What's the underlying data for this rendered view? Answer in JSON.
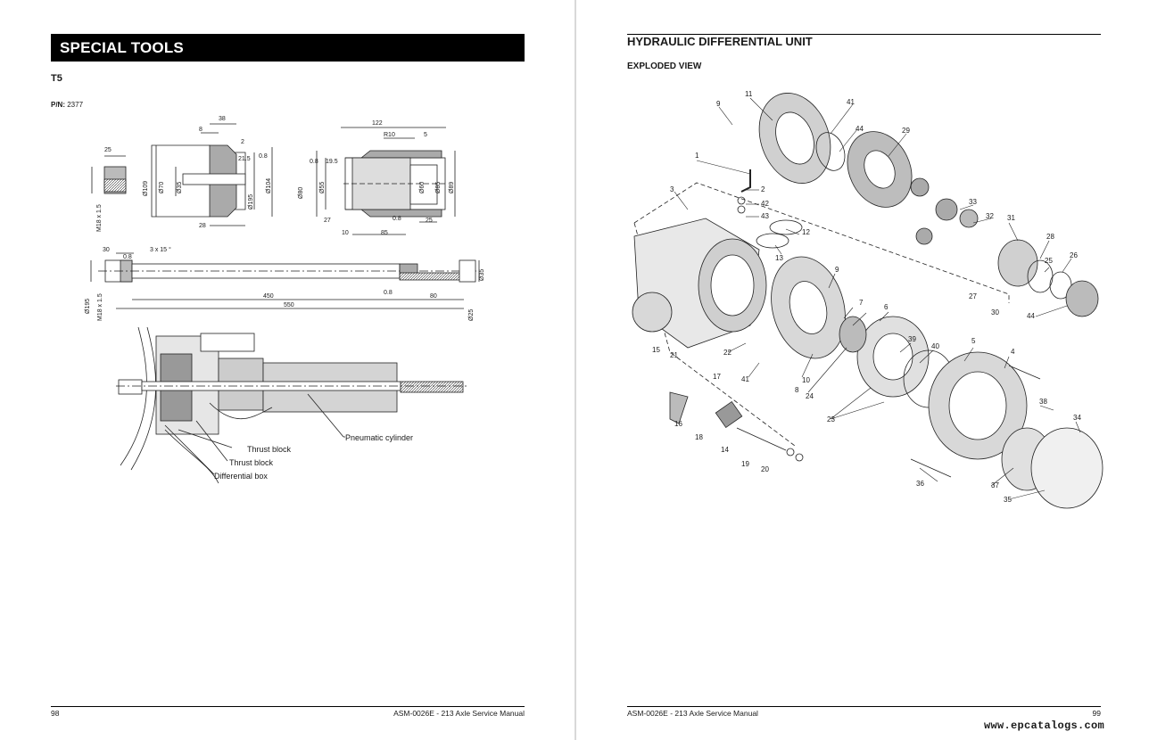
{
  "left_page": {
    "section_title": "SPECIAL TOOLS",
    "tool_code": "T5",
    "pn_label": "P/N:",
    "pn_value": "2377",
    "drawing_top_dims": [
      "25",
      "38",
      "8",
      "2",
      "21.5",
      "0.8",
      "Ø109",
      "Ø70",
      "Ø35",
      "Ø195",
      "Ø104",
      "M18 x 1.5",
      "28",
      "122",
      "R10",
      "5",
      "19.5",
      "0.8",
      "Ø80",
      "Ø55",
      "Ø60",
      "Ø85",
      "Ø89",
      "27",
      "0.8",
      "25",
      "10",
      "85"
    ],
    "drawing_mid_dims": [
      "30",
      "3 x 15 °",
      "0.8",
      "Ø35",
      "Ø195",
      "M18 x 1.5",
      "450",
      "80",
      "0.8",
      "550",
      "Ø25"
    ],
    "callouts": [
      "Thrust block",
      "Thrust block",
      "Differential box",
      "Pneumatic cylinder"
    ],
    "footer_page": "98",
    "footer_doc": "ASM-0026E - 213 Axle Service Manual"
  },
  "right_page": {
    "title": "HYDRAULIC DIFFERENTIAL UNIT",
    "subtitle": "EXPLODED VIEW",
    "part_numbers": [
      "9",
      "11",
      "41",
      "44",
      "29",
      "1",
      "2",
      "42",
      "43",
      "3",
      "33",
      "32",
      "31",
      "12",
      "13",
      "28",
      "25",
      "26",
      "27",
      "30",
      "44",
      "9",
      "7",
      "6",
      "22",
      "41",
      "10",
      "8",
      "24",
      "39",
      "40",
      "5",
      "4",
      "15",
      "21",
      "17",
      "16",
      "18",
      "14",
      "19",
      "20",
      "23",
      "38",
      "34",
      "36",
      "37",
      "35"
    ],
    "footer_doc": "ASM-0026E - 213 Axle Service Manual",
    "footer_page": "99"
  },
  "watermark": "www.epcatalogs.com"
}
